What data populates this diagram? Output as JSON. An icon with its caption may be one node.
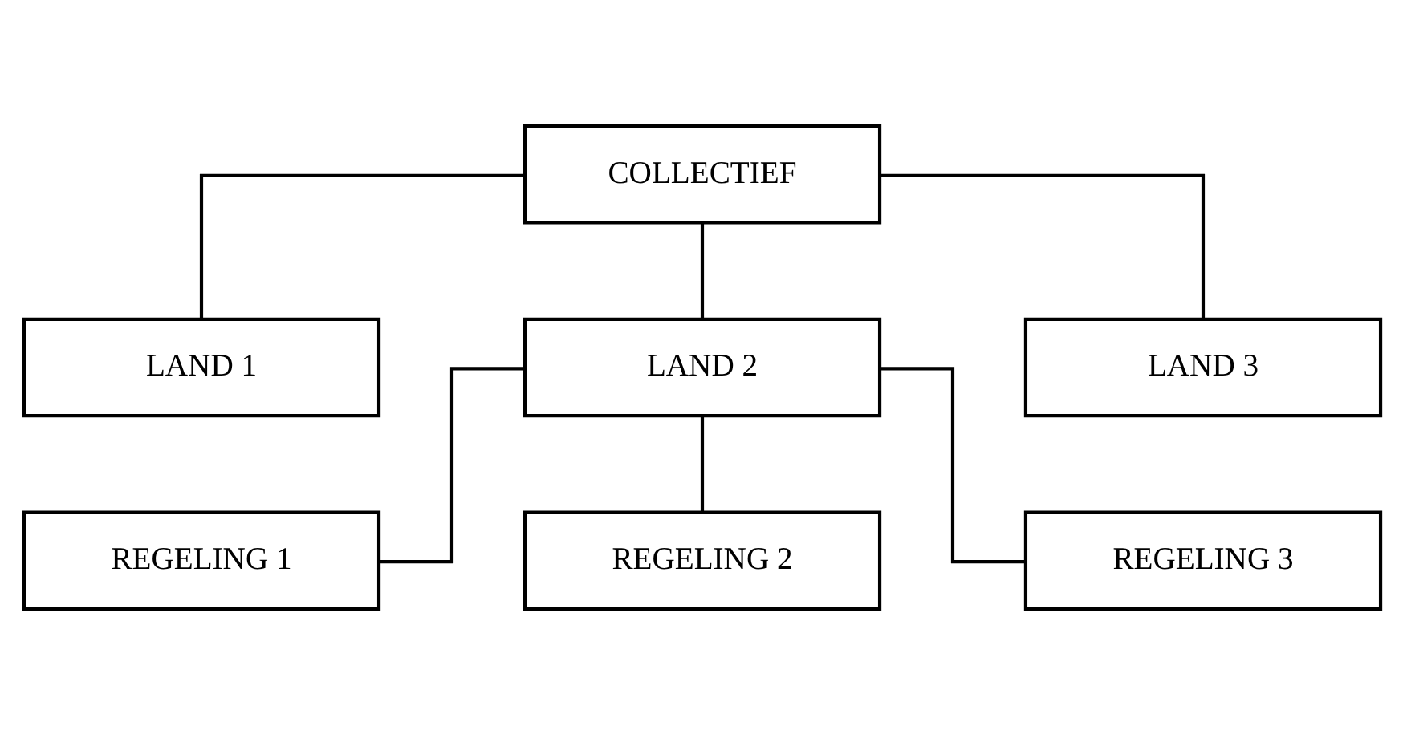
{
  "diagram": {
    "nodes": [
      {
        "text": [
          "COLLECTIEF"
        ]
      },
      {
        "text": [
          "LAND 1"
        ]
      },
      {
        "text": [
          "LAND 2"
        ]
      },
      {
        "text": [
          "LAND 3"
        ]
      },
      {
        "text": [
          "REGELING 1"
        ]
      },
      {
        "text": [
          "REGELING 2"
        ]
      },
      {
        "text": [
          "REGELING 3"
        ]
      }
    ],
    "edges": [
      {
        "from": 0,
        "to": 1,
        "arrow": "none"
      },
      {
        "from": 0,
        "to": 2,
        "arrow": "none"
      },
      {
        "from": 0,
        "to": 3,
        "arrow": "none"
      },
      {
        "from": 2,
        "to": 4,
        "arrow": "none"
      },
      {
        "from": 2,
        "to": 5,
        "arrow": "none"
      },
      {
        "from": 2,
        "to": 6,
        "arrow": "none"
      }
    ]
  }
}
